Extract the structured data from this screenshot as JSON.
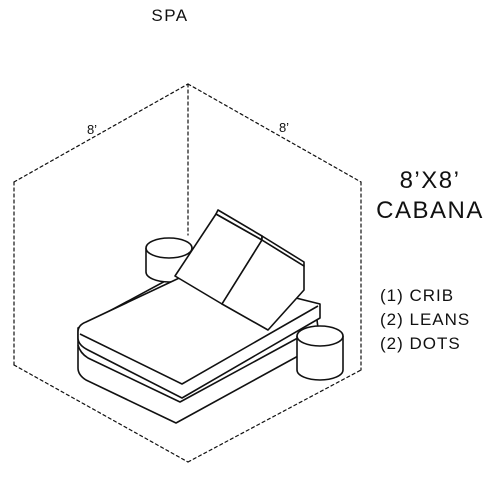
{
  "header": {
    "label": "SPA"
  },
  "room": {
    "width_label": "8’",
    "depth_label": "8’"
  },
  "title": {
    "line1": "8’X8’",
    "line2": "CABANA"
  },
  "items": [
    {
      "text": "(1) CRIB"
    },
    {
      "text": "(2) LEANS"
    },
    {
      "text": "(2) DOTS"
    }
  ],
  "colors": {
    "stroke": "#111111",
    "background": "#ffffff"
  }
}
